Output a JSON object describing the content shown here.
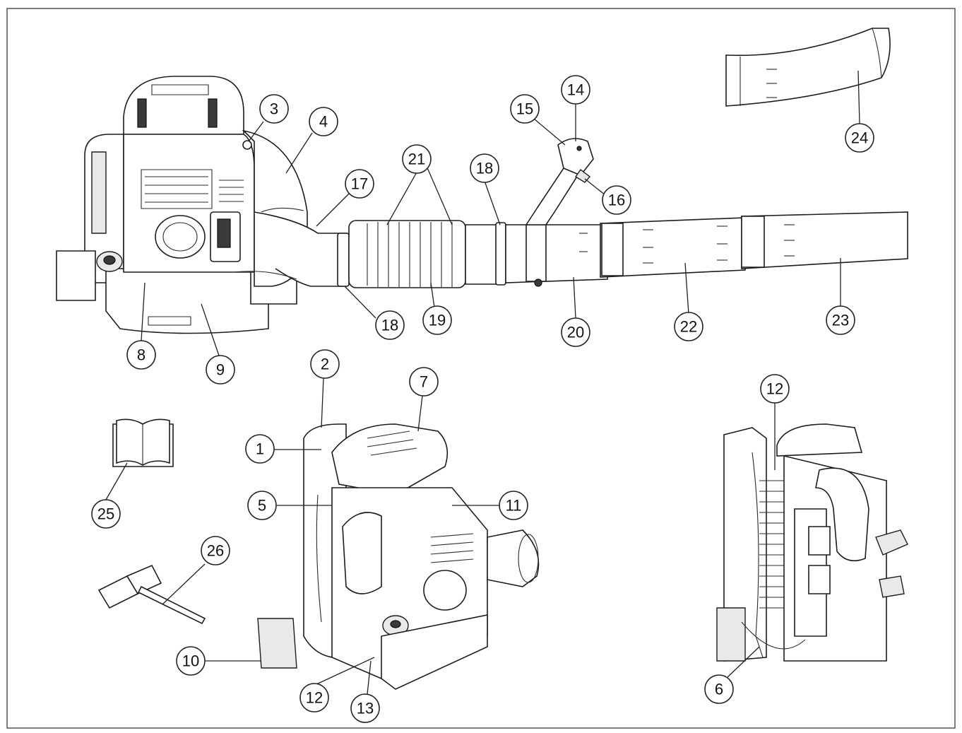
{
  "callouts": [
    {
      "id": "1",
      "label": "1"
    },
    {
      "id": "2",
      "label": "2"
    },
    {
      "id": "3",
      "label": "3"
    },
    {
      "id": "4",
      "label": "4"
    },
    {
      "id": "5",
      "label": "5"
    },
    {
      "id": "6",
      "label": "6"
    },
    {
      "id": "7",
      "label": "7"
    },
    {
      "id": "8",
      "label": "8"
    },
    {
      "id": "9",
      "label": "9"
    },
    {
      "id": "10",
      "label": "10"
    },
    {
      "id": "11",
      "label": "11"
    },
    {
      "id": "12a",
      "label": "12"
    },
    {
      "id": "12b",
      "label": "12"
    },
    {
      "id": "13",
      "label": "13"
    },
    {
      "id": "14",
      "label": "14"
    },
    {
      "id": "15",
      "label": "15"
    },
    {
      "id": "16",
      "label": "16"
    },
    {
      "id": "17",
      "label": "17"
    },
    {
      "id": "18a",
      "label": "18"
    },
    {
      "id": "18b",
      "label": "18"
    },
    {
      "id": "19",
      "label": "19"
    },
    {
      "id": "20",
      "label": "20"
    },
    {
      "id": "21",
      "label": "21"
    },
    {
      "id": "22",
      "label": "22"
    },
    {
      "id": "23",
      "label": "23"
    },
    {
      "id": "24",
      "label": "24"
    },
    {
      "id": "25",
      "label": "25"
    },
    {
      "id": "26",
      "label": "26"
    }
  ]
}
